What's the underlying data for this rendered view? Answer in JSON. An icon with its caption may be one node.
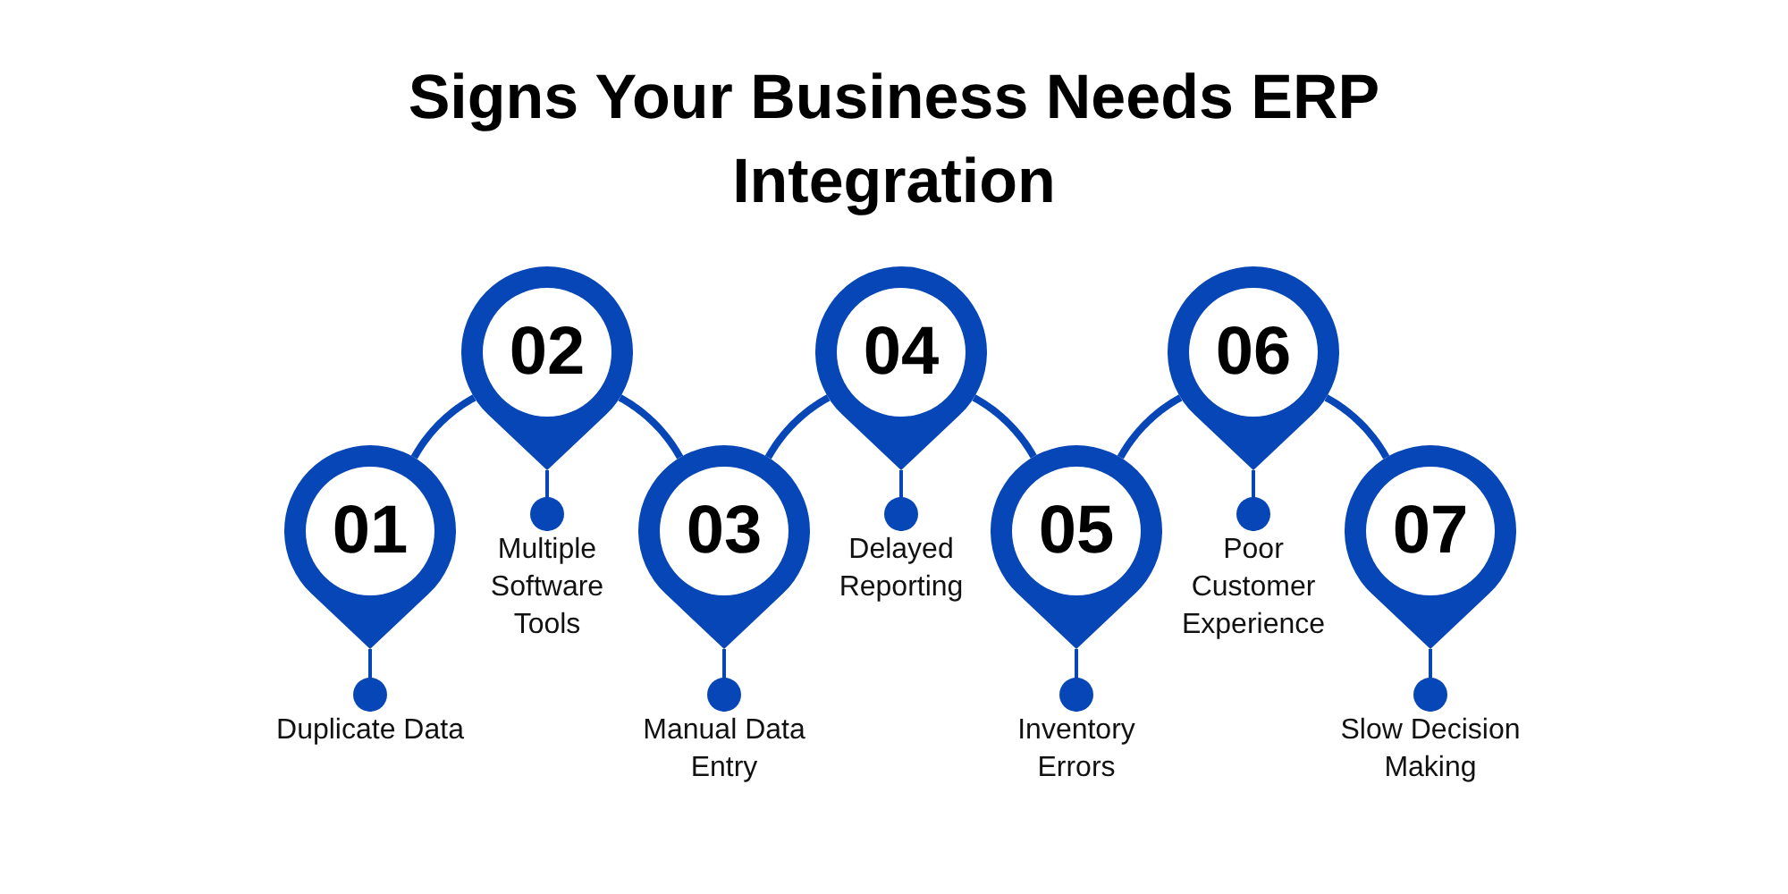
{
  "diagram": {
    "title": "Signs Your Business Needs ERP Integration",
    "nodes": [
      {
        "text": [
          "01"
        ]
      },
      {
        "text": [
          "Duplicate Data"
        ]
      },
      {
        "text": [
          "02"
        ]
      },
      {
        "text": [
          "Multiple Software Tools"
        ]
      },
      {
        "text": [
          "03"
        ]
      },
      {
        "text": [
          "Manual Data Entry"
        ]
      },
      {
        "text": [
          "04"
        ]
      },
      {
        "text": [
          "Delayed Reporting"
        ]
      },
      {
        "text": [
          "05"
        ]
      },
      {
        "text": [
          "Inventory Errors"
        ]
      },
      {
        "text": [
          "06"
        ]
      },
      {
        "text": [
          "Poor Customer Experience"
        ]
      },
      {
        "text": [
          "07"
        ]
      },
      {
        "text": [
          "Slow Decision Making"
        ]
      }
    ],
    "edges": [
      {
        "from": 0,
        "to": 2,
        "arrow": "none",
        "style": "thick"
      },
      {
        "from": 2,
        "to": 4,
        "arrow": "none",
        "style": "thick"
      },
      {
        "from": 4,
        "to": 6,
        "arrow": "none",
        "style": "thick"
      },
      {
        "from": 6,
        "to": 8,
        "arrow": "none",
        "style": "thick"
      },
      {
        "from": 8,
        "to": 10,
        "arrow": "none",
        "style": "thick"
      },
      {
        "from": 10,
        "to": 12,
        "arrow": "none",
        "style": "thick"
      },
      {
        "from": 0,
        "to": 1,
        "arrow": "other"
      },
      {
        "from": 2,
        "to": 3,
        "arrow": "other"
      },
      {
        "from": 4,
        "to": 5,
        "arrow": "other"
      },
      {
        "from": 6,
        "to": 7,
        "arrow": "other"
      },
      {
        "from": 8,
        "to": 9,
        "arrow": "other"
      },
      {
        "from": 10,
        "to": 11,
        "arrow": "other"
      },
      {
        "from": 12,
        "to": 13,
        "arrow": "other"
      }
    ]
  }
}
